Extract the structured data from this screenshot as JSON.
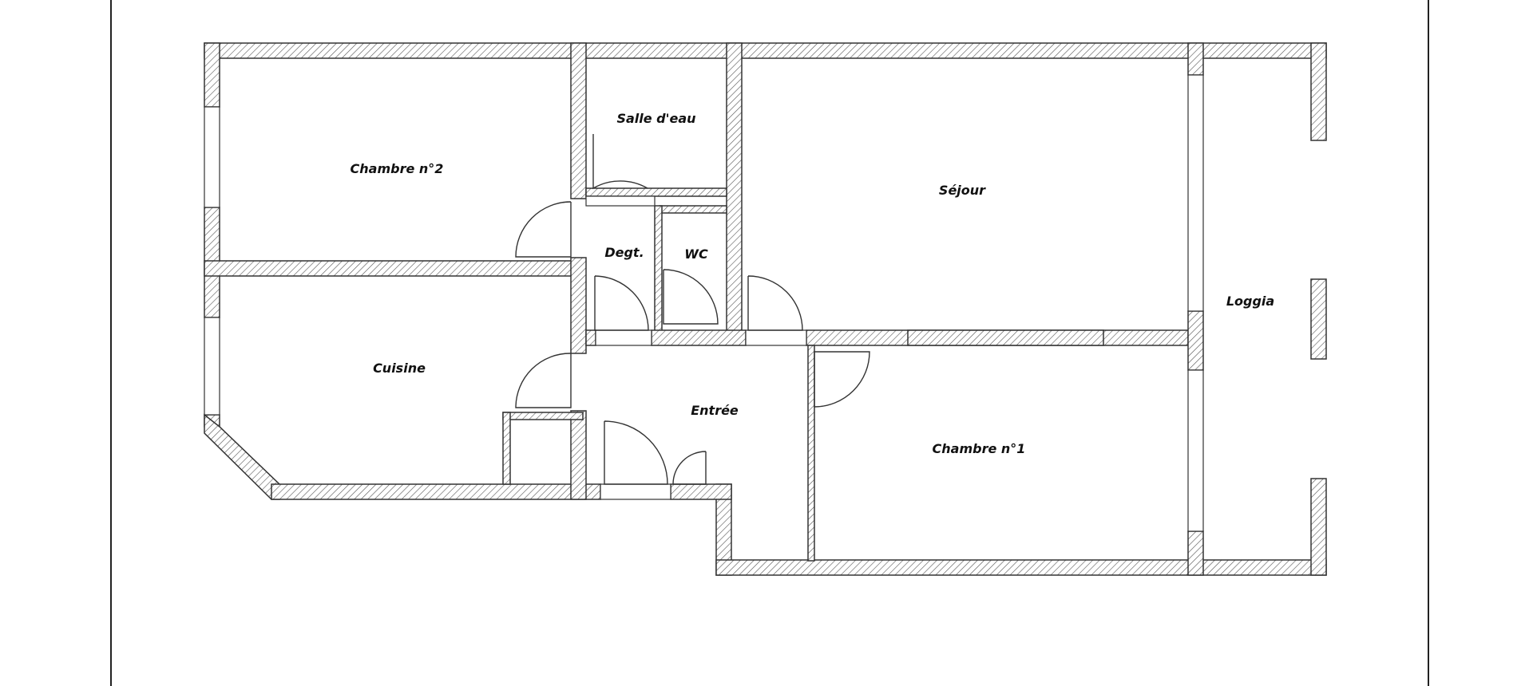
{
  "plan": {
    "colors": {
      "wall_stroke": "#333333",
      "hatch": "#555555",
      "background": "#ffffff"
    },
    "rooms": [
      {
        "id": "chambre2",
        "label": "Chambre n°2"
      },
      {
        "id": "salle_eau",
        "label": "Salle d'eau"
      },
      {
        "id": "sejour",
        "label": "Séjour"
      },
      {
        "id": "degt",
        "label": "Degt."
      },
      {
        "id": "wc",
        "label": "WC"
      },
      {
        "id": "loggia",
        "label": "Loggia"
      },
      {
        "id": "cuisine",
        "label": "Cuisine"
      },
      {
        "id": "entree",
        "label": "Entrée"
      },
      {
        "id": "chambre1",
        "label": "Chambre n°1"
      }
    ]
  }
}
